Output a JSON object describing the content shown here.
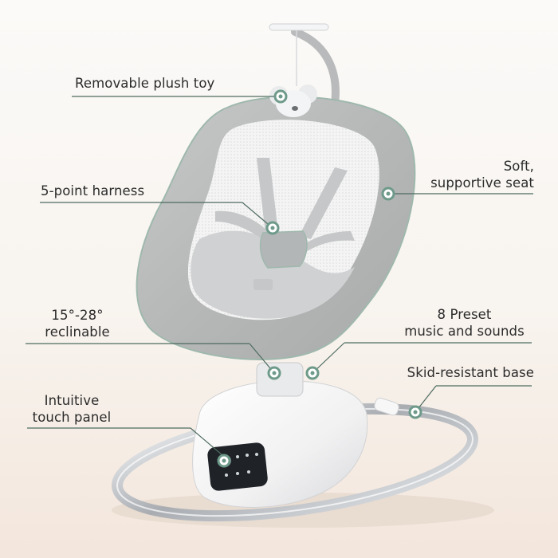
{
  "callouts": {
    "plush_toy": {
      "lines": [
        "Removable plush toy"
      ]
    },
    "harness": {
      "lines": [
        "5-point harness"
      ]
    },
    "recline": {
      "lines": [
        "15°-28°",
        "reclinable"
      ]
    },
    "touch_panel": {
      "lines": [
        "Intuitive",
        "touch panel"
      ]
    },
    "seat": {
      "lines": [
        "Soft,",
        "supportive seat"
      ]
    },
    "music": {
      "lines": [
        "8 Preset",
        "music and sounds"
      ]
    },
    "base": {
      "lines": [
        "Skid-resistant base"
      ]
    }
  },
  "colors": {
    "callout_line": "#4d6b5f",
    "marker_ring": "#6e9a8a",
    "seat_frame": "#b9bcbc",
    "base_shell": "#f4f4f5",
    "panel": "#1f2328"
  }
}
